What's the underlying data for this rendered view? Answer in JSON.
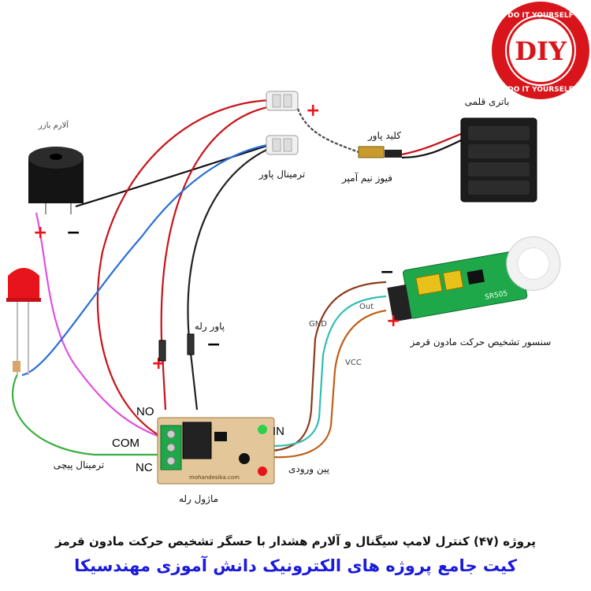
{
  "badge": {
    "text": "DIY",
    "ring_text": "DO IT YOURSELF"
  },
  "components": {
    "battery": "باتری قلمی",
    "switch": "کلید پاور",
    "fuse": "فیوز نیم آمپر",
    "power_terminal": "ترمینال پاور",
    "buzzer": "آلارم بازر",
    "relay_power": "پاور رله",
    "sensor": "سنسور تشخیص  حرکت مادون قرمز",
    "input_pin": "پین ورودی",
    "screw_terminal": "ترمینال پیچی",
    "relay_module": "ماژول رله",
    "sensor_model": "SR505",
    "board_url": "mohandesika.com"
  },
  "pins": {
    "no": "NO",
    "com": "COM",
    "nc": "NC",
    "in": "IN",
    "gnd": "GND",
    "out": "Out",
    "vcc": "VCC"
  },
  "polarity": {
    "plus": "+",
    "minus": "−"
  },
  "footer": {
    "line1": "پروژه (۴۷) کنترل لامپ سیگنال و آلارم هشدار با حسگر تشخیص حرکت مادون قرمز",
    "line2": "کیت جامع پروژه های الکترونیک دانش آموزی مهندسیکا"
  },
  "colors": {
    "red_wire": "#c8141b",
    "blue_wire": "#2a6fd6",
    "teal_wire": "#2fbfb0",
    "brown_wire": "#c06018",
    "green_wire": "#3cb043",
    "pink_wire": "#e050e0",
    "caption_blue": "#1a1adb"
  }
}
